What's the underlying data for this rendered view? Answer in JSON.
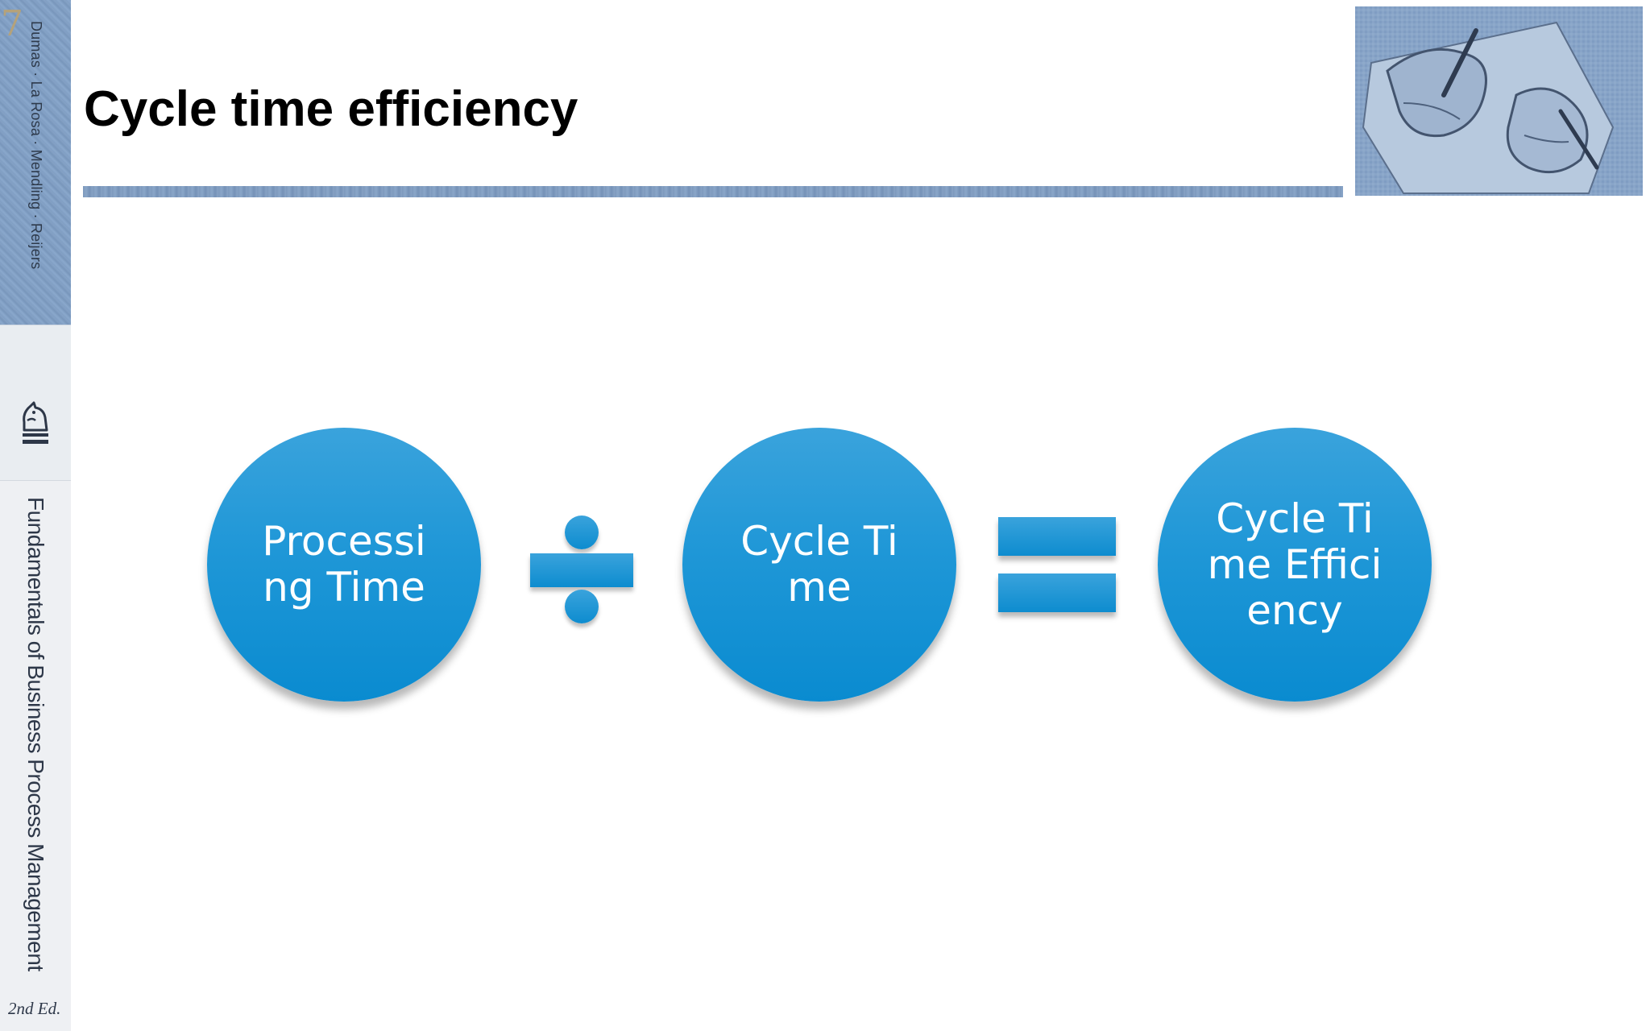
{
  "header": {
    "title": "Cycle time efficiency"
  },
  "spine": {
    "chapter_number": "7",
    "authors": "Dumas · La Rosa · Mendling · Reijers",
    "book_title": "Fundamentals of Business Process Management",
    "edition": "2nd Ed."
  },
  "diagram": {
    "circles": [
      {
        "label": "Processing Time"
      },
      {
        "label": "Cycle Time"
      },
      {
        "label": "Cycle Time Efficiency"
      }
    ],
    "operators": [
      "divide",
      "equals"
    ],
    "colors": {
      "circle_fill": "#1f97d7",
      "text": "#ffffff"
    }
  },
  "icons": {
    "spine_logo": "chess-knight-icon",
    "header_image": "drawing-hands-image"
  }
}
